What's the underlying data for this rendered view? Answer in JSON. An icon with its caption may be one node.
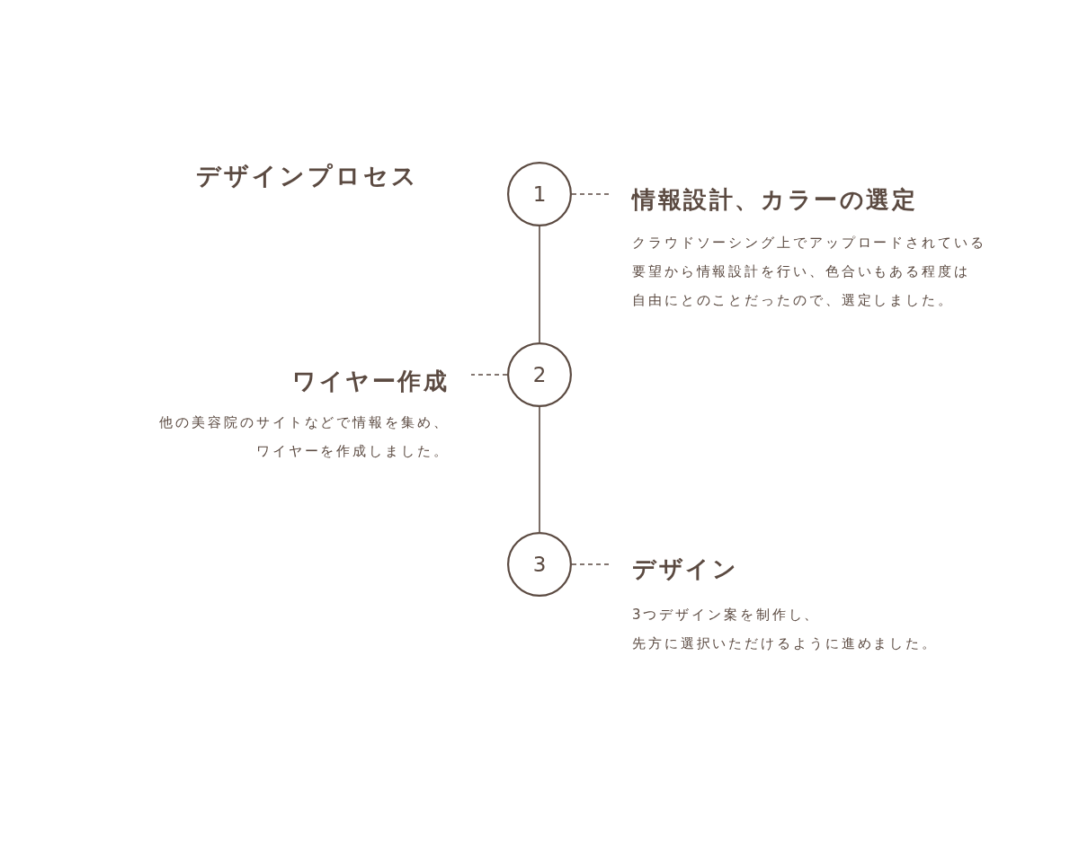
{
  "diagram": {
    "title": "デザインプロセス",
    "nodes": [
      {
        "text": [
          "1"
        ]
      },
      {
        "text": [
          "情報設計、カラーの選定",
          "クラウドソーシング上でアップロードされている要望から情報設計を行い、色合いもある程度は自由にとのことだったので、選定しました。"
        ]
      },
      {
        "text": [
          "ワイヤー作成",
          "他の美容院のサイトなどで情報を集め、ワイヤーを作成しました。"
        ]
      },
      {
        "text": [
          "2"
        ]
      },
      {
        "text": [
          "3"
        ]
      },
      {
        "text": [
          "デザイン",
          "3つデザイン案を制作し、先方に選択いただけるように進めました。"
        ]
      }
    ],
    "edges": [
      {
        "from": 0,
        "to": 3,
        "arrow": "none"
      },
      {
        "from": 3,
        "to": 4,
        "arrow": "none"
      },
      {
        "from": 0,
        "to": 1,
        "arrow": "none",
        "style": "dashed"
      },
      {
        "from": 3,
        "to": 2,
        "arrow": "none",
        "style": "dashed"
      },
      {
        "from": 4,
        "to": 5,
        "arrow": "none",
        "style": "dashed"
      }
    ]
  }
}
